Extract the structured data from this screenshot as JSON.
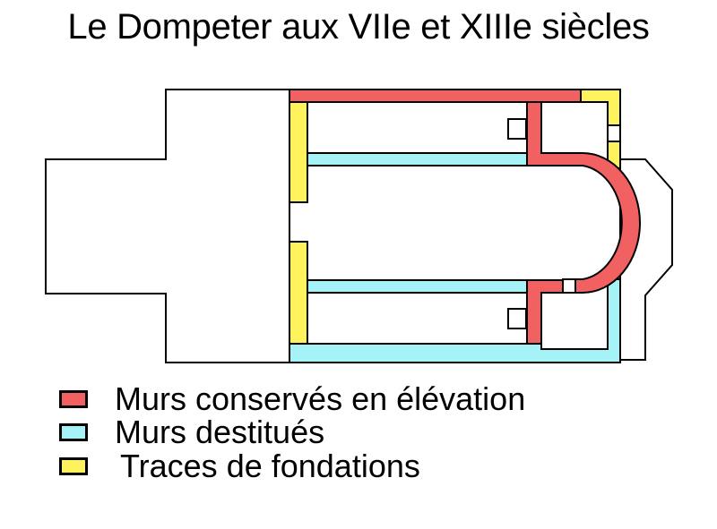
{
  "title": "Le Dompeter aux VIIe et XIIIe siècles",
  "colors": {
    "outline": "#000000",
    "background": "#ffffff",
    "red": "#f26161",
    "cyan": "#a5f3f7",
    "yellow": "#fef35c"
  },
  "legend": [
    {
      "key": "red",
      "label": "Murs conservés en élévation"
    },
    {
      "key": "cyan",
      "label": "Murs destitués"
    },
    {
      "key": "yellow",
      "label": "Traces de fondations"
    }
  ]
}
